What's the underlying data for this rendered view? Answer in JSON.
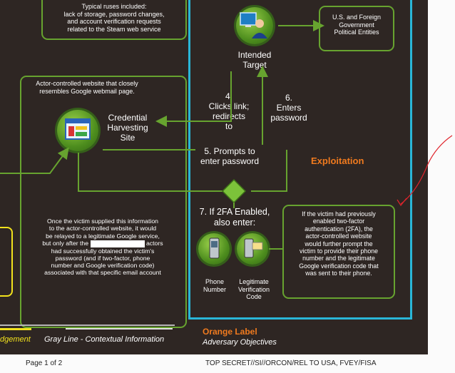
{
  "typical_ruses": {
    "title": "Typical ruses included:",
    "lines": [
      "lack of storage, password changes,",
      "and account verification requests",
      "related to the Steam web service"
    ]
  },
  "entities_box": {
    "lines": [
      "U.S. and Foreign",
      "Government",
      "Political Entities"
    ]
  },
  "intended_target": {
    "lines": [
      "Intended",
      "Target"
    ]
  },
  "step4": {
    "lines": [
      "4.",
      "Clicks link;",
      "redirects",
      "to"
    ]
  },
  "step6": {
    "lines": [
      "6.",
      "Enters",
      "password"
    ]
  },
  "step5": {
    "lines": [
      "5. Prompts to",
      "enter password"
    ]
  },
  "step7": {
    "lines": [
      "7. If 2FA Enabled,",
      "also enter:"
    ]
  },
  "actor_site_caption": {
    "lines": [
      "Actor-controlled website that closely",
      "resembles Google webmail page."
    ]
  },
  "credential_site": {
    "lines": [
      "Credential",
      "Harvesting",
      "Site"
    ]
  },
  "exploitation_label": "Exploitation",
  "relay_text": {
    "lines": [
      "Once the victim supplied this information",
      "to the actor-controlled website, it would",
      "be relayed to a legitimate Google service,",
      "but only after the",
      "actors",
      "had successfully obtained the victim's",
      "password (and if two-factor, phone",
      "number and Google verification code)",
      "associated with that specific email account"
    ]
  },
  "phone_number": {
    "lines": [
      "Phone",
      "Number"
    ]
  },
  "verification_code": {
    "lines": [
      "Legitimate",
      "Verification",
      "Code"
    ]
  },
  "twofa_note": {
    "lines": [
      "If the victim had previously",
      "enabled two-factor",
      "authentication (2FA), the",
      "actor-controlled website",
      "would further prompt the",
      "victim to provide their phone",
      "number and the legitimate",
      "Google verification code that",
      "was sent to their phone."
    ]
  },
  "legend": {
    "left_partial": "dgement",
    "gray_line": "Gray Line - Contextual Information",
    "orange_label": "Orange Label",
    "adversary": "Adversary Objectives"
  },
  "footer": {
    "page": "Page 1 of 2",
    "classification": "TOP SECRET//SI//ORCON/REL TO USA, FVEY/FISA"
  },
  "colors": {
    "background": "#2e2623",
    "green": "#67a32f",
    "cyan": "#29b6d8",
    "orange": "#f07a1e",
    "yellow": "#f2e21c",
    "annotation": "#e0242c"
  }
}
